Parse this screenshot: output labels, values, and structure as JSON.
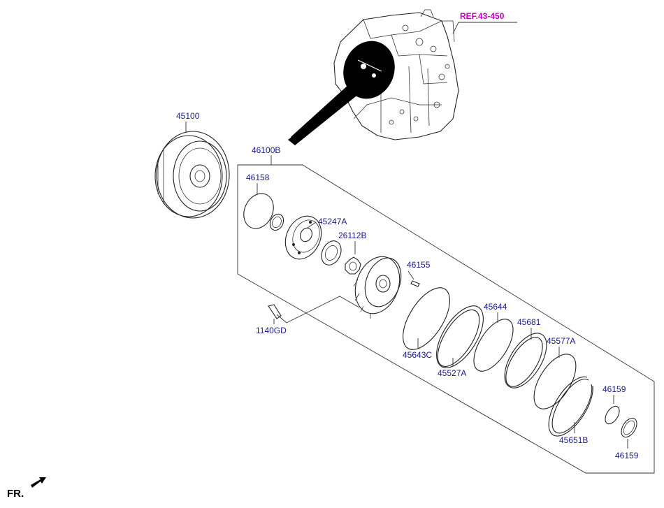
{
  "diagram": {
    "ref_label": "REF.43-450",
    "front_label": "FR.",
    "assembly_label": "46100B",
    "parts": [
      {
        "id": "torque-converter",
        "number": "45100"
      },
      {
        "id": "o-ring",
        "number": "46158"
      },
      {
        "id": "pump-cover",
        "number": "45247A"
      },
      {
        "id": "inner-gear",
        "number": "26112B"
      },
      {
        "id": "pump-bolt-small",
        "number": "46155"
      },
      {
        "id": "pump-bolt",
        "number": "1140GD"
      },
      {
        "id": "snap-ring-1",
        "number": "45643C"
      },
      {
        "id": "seal-ring-1",
        "number": "45527A"
      },
      {
        "id": "ring-2",
        "number": "45644"
      },
      {
        "id": "seal-ring-2",
        "number": "45681"
      },
      {
        "id": "ring-3",
        "number": "45577A"
      },
      {
        "id": "snap-ring-2",
        "number": "45651B"
      },
      {
        "id": "small-ring-a",
        "number": "46159"
      },
      {
        "id": "small-ring-b",
        "number": "46159"
      }
    ]
  },
  "colors": {
    "part_label": "#1a1a8c",
    "ref_label": "#c000c0",
    "line": "#222222"
  }
}
